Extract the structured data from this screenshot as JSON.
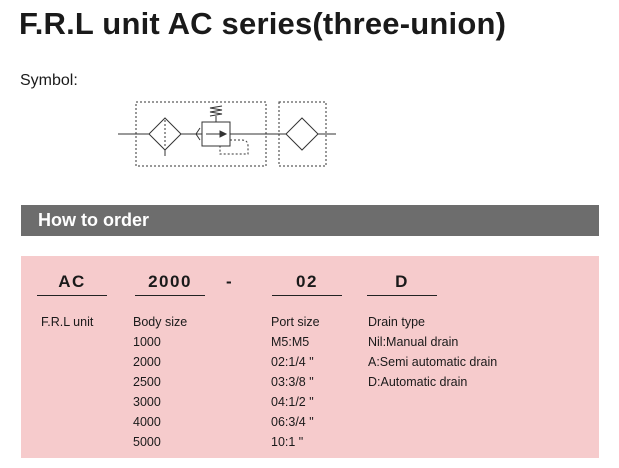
{
  "title": "F.R.L unit AC series(three-union)",
  "symbol_label": "Symbol:",
  "order": {
    "heading": "How to order",
    "codes": {
      "series": "AC",
      "body": "2000",
      "sep": "-",
      "port": "02",
      "drain": "D"
    },
    "series": {
      "header": "F.R.L unit"
    },
    "body": {
      "header": "Body size",
      "items": [
        "1000",
        "2000",
        "2500",
        "3000",
        "4000",
        "5000"
      ]
    },
    "port": {
      "header": "Port size",
      "items": [
        "M5:M5",
        "02:1/4 \"",
        "03:3/8 \"",
        "04:1/2 \"",
        "06:3/4 \"",
        "10:1 \""
      ]
    },
    "drain": {
      "header": "Drain type",
      "items": [
        "Nil:Manual drain",
        "A:Semi automatic drain",
        "D:Automatic drain"
      ]
    }
  },
  "colors": {
    "header_bg": "#6d6d6d",
    "panel_bg": "#f6cbcc",
    "text": "#1a1a1a"
  }
}
